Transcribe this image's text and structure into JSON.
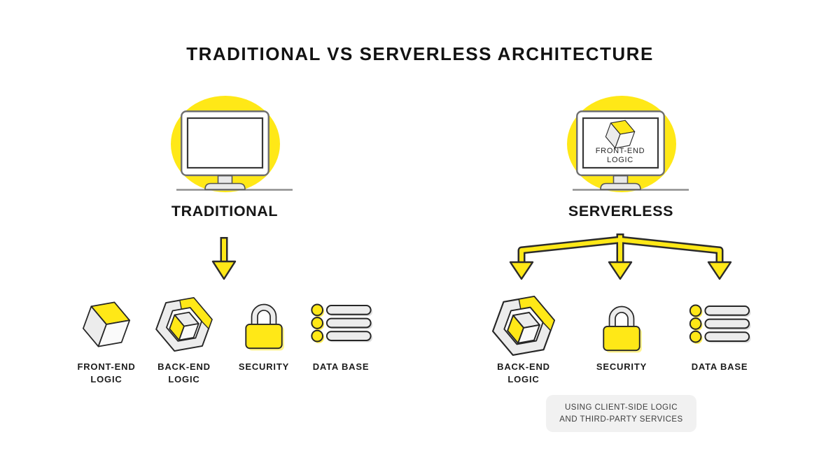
{
  "title": "TRADITIONAL VS SERVERLESS ARCHITECTURE",
  "colors": {
    "accent_yellow": "#FFE817",
    "icon_gray": "#ECECEC",
    "icon_white": "#FAFAFA",
    "outline": "#262626",
    "note_bg": "#F1F1F1",
    "ground_line": "#8F8F8F"
  },
  "traditional": {
    "heading": "TRADITIONAL",
    "components": [
      {
        "icon": "cube-icon",
        "label": "FRONT-END\nLOGIC"
      },
      {
        "icon": "hex-cube-icon",
        "label": "BACK-END\nLOGIC"
      },
      {
        "icon": "padlock-icon",
        "label": "SECURITY"
      },
      {
        "icon": "database-icon",
        "label": "DATA BASE"
      }
    ]
  },
  "serverless": {
    "heading": "SERVERLESS",
    "screen_label": "FRONT-END\nLOGIC",
    "components": [
      {
        "icon": "hex-cube-icon",
        "label": "BACK-END\nLOGIC"
      },
      {
        "icon": "padlock-icon",
        "label": "SECURITY"
      },
      {
        "icon": "database-icon",
        "label": "DATA BASE"
      }
    ],
    "note": "USING CLIENT-SIDE LOGIC\nAND THIRD-PARTY SERVICES"
  }
}
